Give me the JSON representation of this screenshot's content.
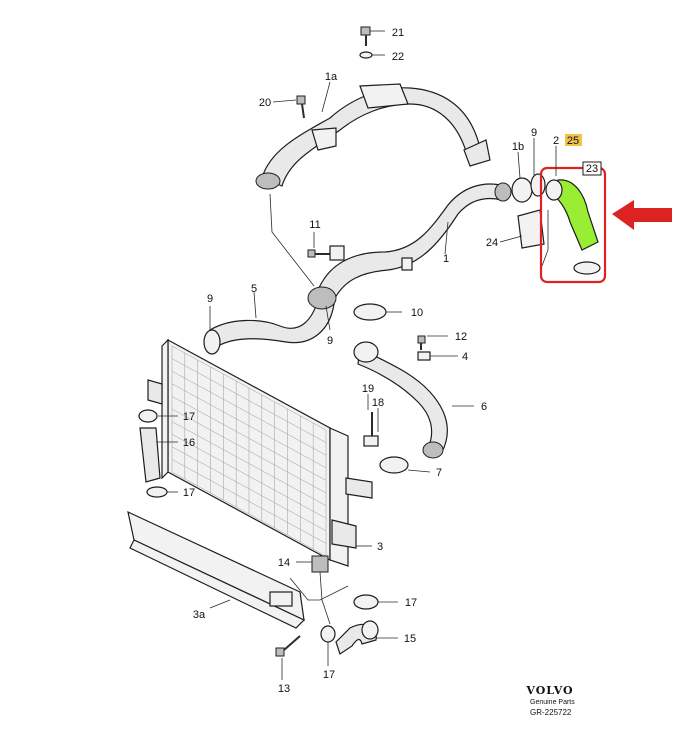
{
  "colors": {
    "highlight_fill": "#99ee33",
    "highlight_box": "#dd2222",
    "arrow": "#dd2222",
    "tag_25": "#f0c14b",
    "line": "#1e1e1e"
  },
  "callouts": [
    {
      "id": "c21",
      "text": "21"
    },
    {
      "id": "c22",
      "text": "22"
    },
    {
      "id": "c1a",
      "text": "1a"
    },
    {
      "id": "c20",
      "text": "20"
    },
    {
      "id": "c9a",
      "text": "9"
    },
    {
      "id": "c2",
      "text": "2"
    },
    {
      "id": "c25",
      "text": "25"
    },
    {
      "id": "c1b",
      "text": "1b"
    },
    {
      "id": "c23",
      "text": "23"
    },
    {
      "id": "c11",
      "text": "11"
    },
    {
      "id": "c24",
      "text": "24"
    },
    {
      "id": "c1",
      "text": "1"
    },
    {
      "id": "c5",
      "text": "5"
    },
    {
      "id": "c9b",
      "text": "9"
    },
    {
      "id": "c9c",
      "text": "9"
    },
    {
      "id": "c10",
      "text": "10"
    },
    {
      "id": "c12",
      "text": "12"
    },
    {
      "id": "c4",
      "text": "4"
    },
    {
      "id": "c19",
      "text": "19"
    },
    {
      "id": "c18",
      "text": "18"
    },
    {
      "id": "c6",
      "text": "6"
    },
    {
      "id": "c17a",
      "text": "17"
    },
    {
      "id": "c16",
      "text": "16"
    },
    {
      "id": "c7",
      "text": "7"
    },
    {
      "id": "c17b",
      "text": "17"
    },
    {
      "id": "c3",
      "text": "3"
    },
    {
      "id": "c14",
      "text": "14"
    },
    {
      "id": "c3a",
      "text": "3a"
    },
    {
      "id": "c17c",
      "text": "17"
    },
    {
      "id": "c15",
      "text": "15"
    },
    {
      "id": "c13",
      "text": "13"
    },
    {
      "id": "c17d",
      "text": "17"
    }
  ],
  "branding": {
    "logo_text": "VOLVO",
    "genuine_parts": "Genuine Parts",
    "reference": "GR-225722"
  }
}
